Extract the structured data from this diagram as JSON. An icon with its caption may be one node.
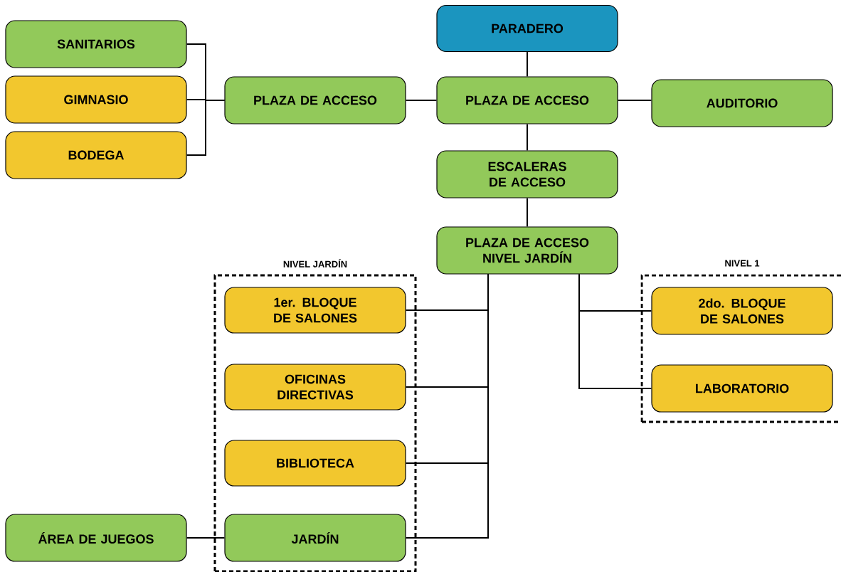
{
  "diagram": {
    "nodes": [
      {
        "text": [
          "PARADERO"
        ]
      },
      {
        "text": [
          "PLAZA DE ACCESO"
        ]
      },
      {
        "text": [
          "AUDITORIO"
        ]
      },
      {
        "text": [
          "PLAZA DE ACCESO"
        ]
      },
      {
        "text": [
          "SANITARIOS"
        ]
      },
      {
        "text": [
          "GIMNASIO"
        ]
      },
      {
        "text": [
          "BODEGA"
        ]
      },
      {
        "text": [
          "ESCALERAS DE ACCESO"
        ]
      },
      {
        "text": [
          "PLAZA DE ACCESO NIVEL JARDÍN"
        ]
      },
      {
        "text": [
          "NIVEL JARDÍN"
        ]
      },
      {
        "text": [
          "1er. BLOQUE DE SALONES"
        ],
        "in": 9
      },
      {
        "text": [
          "OFICINAS DIRECTIVAS"
        ],
        "in": 9
      },
      {
        "text": [
          "BIBLIOTECA"
        ],
        "in": 9
      },
      {
        "text": [
          "JARDÍN"
        ],
        "in": 9
      },
      {
        "text": [
          "NIVEL 1"
        ]
      },
      {
        "text": [
          "2do. BLOQUE DE SALONES"
        ],
        "in": 14
      },
      {
        "text": [
          "LABORATORIO"
        ],
        "in": 14
      },
      {
        "text": [
          "ÁREA DE JUEGOS"
        ]
      }
    ],
    "edges": [
      {
        "from": 0,
        "to": 1,
        "arrow": "none"
      },
      {
        "from": 1,
        "to": 2,
        "arrow": "none"
      },
      {
        "from": 1,
        "to": 3,
        "arrow": "none"
      },
      {
        "from": 3,
        "to": 4,
        "arrow": "none"
      },
      {
        "from": 3,
        "to": 5,
        "arrow": "none"
      },
      {
        "from": 3,
        "to": 6,
        "arrow": "none"
      },
      {
        "from": 1,
        "to": 7,
        "arrow": "none"
      },
      {
        "from": 7,
        "to": 8,
        "arrow": "none"
      },
      {
        "from": 8,
        "to": 10,
        "arrow": "none"
      },
      {
        "from": 8,
        "to": 11,
        "arrow": "none"
      },
      {
        "from": 8,
        "to": 12,
        "arrow": "none"
      },
      {
        "from": 8,
        "to": 13,
        "arrow": "none"
      },
      {
        "from": 8,
        "to": 15,
        "arrow": "none"
      },
      {
        "from": 8,
        "to": 16,
        "arrow": "none"
      },
      {
        "from": 17,
        "to": 13,
        "arrow": "none"
      }
    ]
  }
}
